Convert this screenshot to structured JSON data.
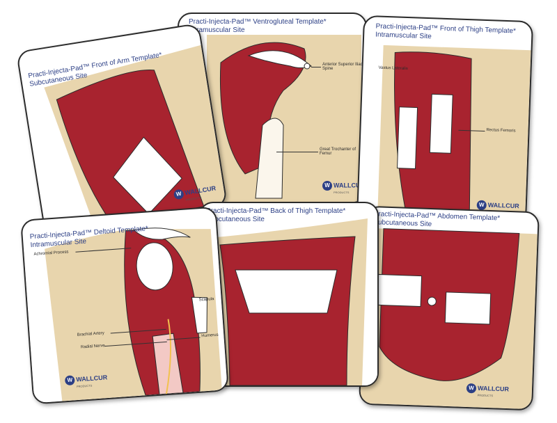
{
  "colors": {
    "muscle": "#a8232f",
    "skin": "#e8d5ad",
    "outline": "#2b2b2b",
    "brand": "#2c3f85",
    "pad": "#ffffff"
  },
  "brand": {
    "mark": "W",
    "name": "WALLCUR",
    "sub": "PRODUCTS"
  },
  "cards": {
    "ventrogluteal": {
      "title_line1": "Practi-Injecta-Pad™ Ventrogluteal Template*",
      "title_line2": "Intramuscular Site",
      "labels": {
        "asis": "Anterior Superior Iliac Spine",
        "trochanter": "Great Trochanter of Femur"
      }
    },
    "thigh_front": {
      "title_line1": "Practi-Injecta-Pad™ Front of Thigh Template*",
      "title_line2": "Intramuscular Site",
      "labels": {
        "lateralis": "Vastus Lateralis",
        "rectus": "Rectus Femoris"
      }
    },
    "arm_front": {
      "title_line1": "Practi-Injecta-Pad™ Front of Arm Template*",
      "title_line2": "Subcutaneous Site"
    },
    "deltoid": {
      "title_line1": "Practi-Injecta-Pad™ Deltoid Template*",
      "title_line2": "Intramuscular Site",
      "labels": {
        "acromial": "Achromial Process",
        "scapula": "Scapula",
        "brachial": "Brachial Artery",
        "radial": "Radial Nerve",
        "humerus": "Humerus"
      }
    },
    "thigh_back": {
      "title_line1": "Practi-Injecta-Pad™ Back of Thigh Template*",
      "title_line2": "Subcutaneous Site"
    },
    "abdomen": {
      "title_line1": "Practi-Injecta-Pad™ Abdomen Template*",
      "title_line2": "Subcutaneous Site"
    }
  }
}
